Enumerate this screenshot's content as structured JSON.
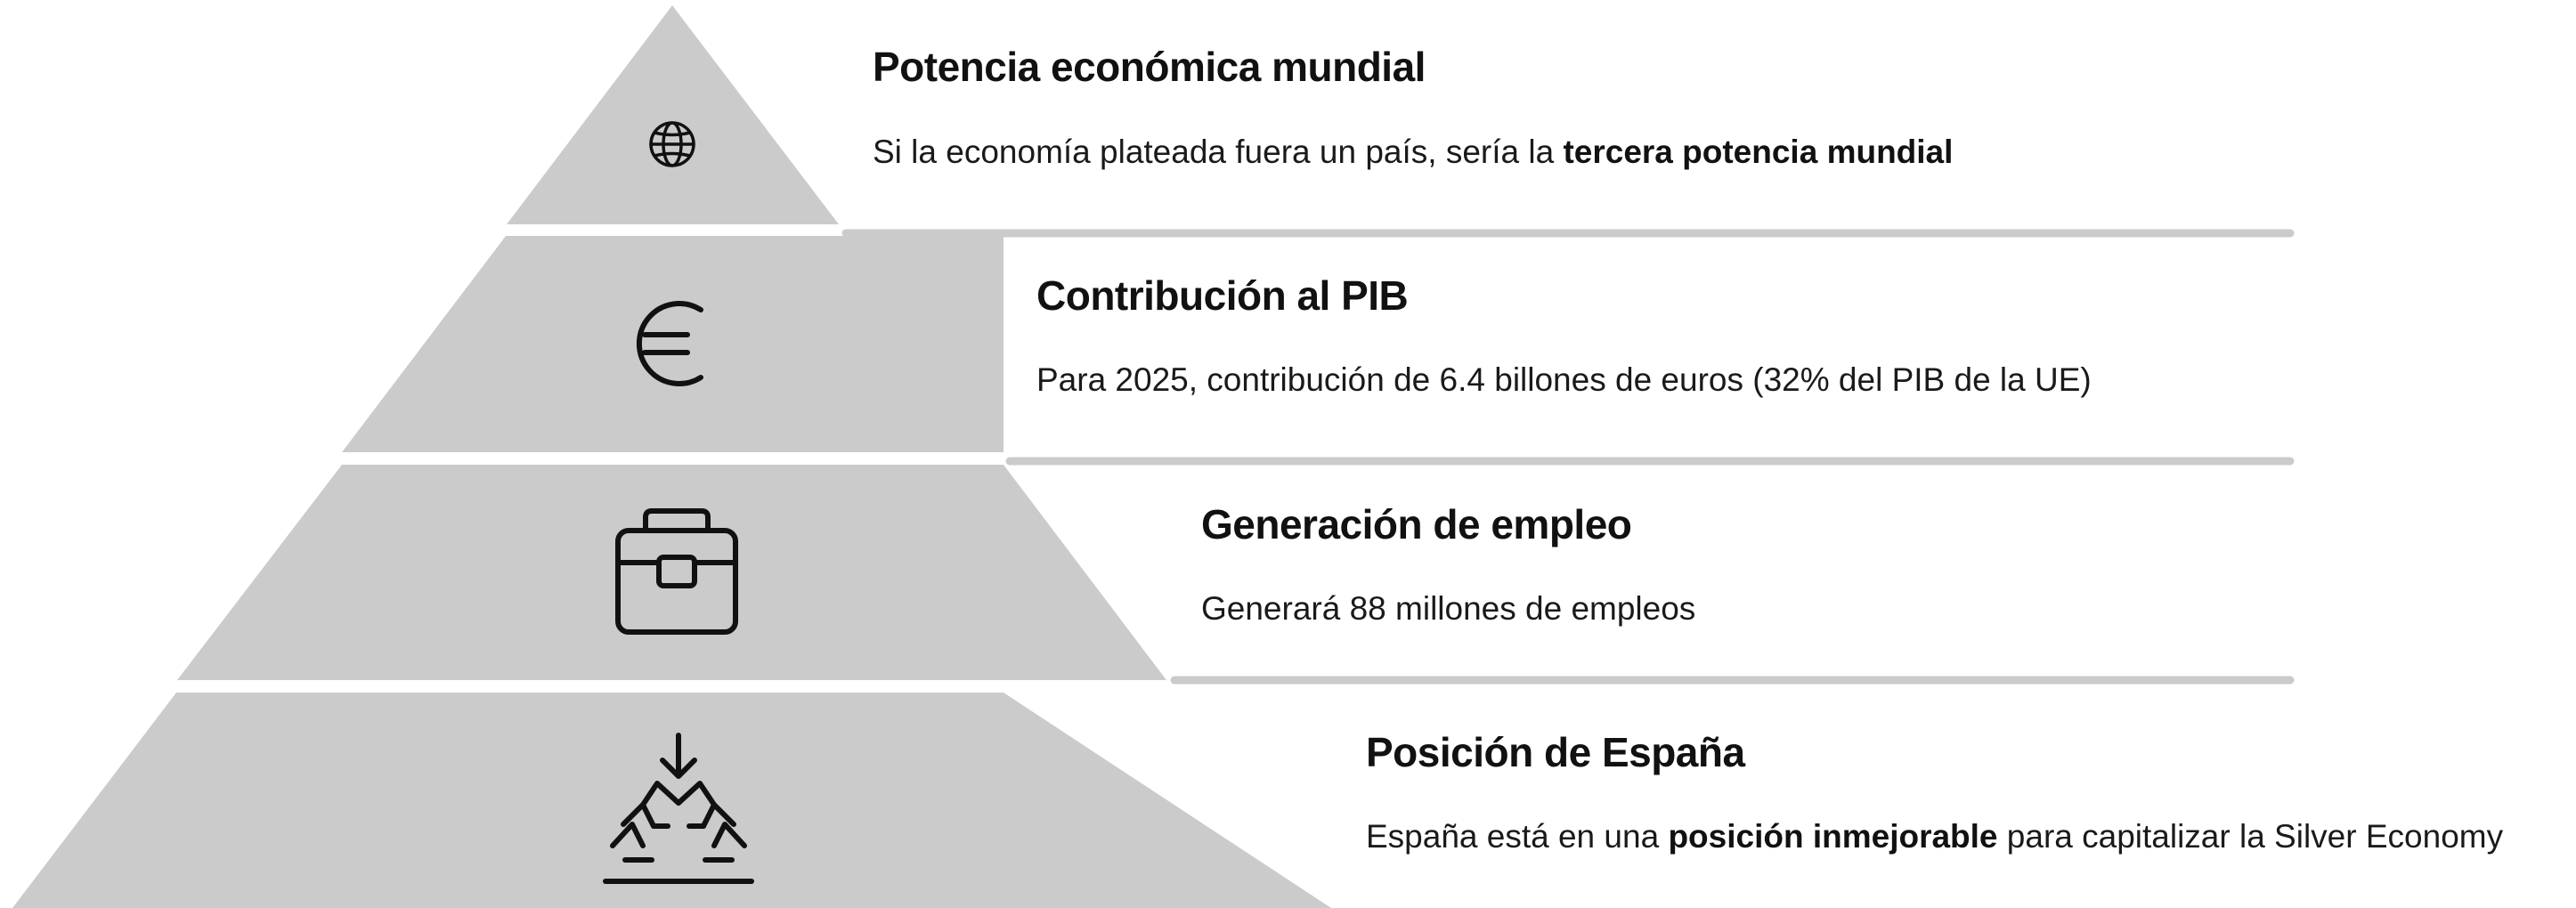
{
  "levels": [
    {
      "icon": "globe-icon",
      "title": "Potencia económica mundial",
      "desc_before": "Si la economía plateada fuera un país, sería la ",
      "desc_bold": "tercera potencia mundial",
      "desc_after": ""
    },
    {
      "icon": "euro-icon",
      "title": "Contribución al PIB",
      "desc_before": "Para 2025, contribución de 6.4 billones de euros (32% del PIB de la UE)",
      "desc_bold": "",
      "desc_after": ""
    },
    {
      "icon": "briefcase-icon",
      "title": "Generación de empleo",
      "desc_before": "Generará 88 millones de empleos",
      "desc_bold": "",
      "desc_after": ""
    },
    {
      "icon": "landing-position-icon",
      "title": "Posición de España",
      "desc_before": "España está en una ",
      "desc_bold": "posición inmejorable",
      "desc_after": " para capitalizar la Silver Economy"
    }
  ],
  "colors": {
    "pyramid_fill": "#cbcbcb",
    "connector_line": "#cbcbcb",
    "icon_stroke": "#111111",
    "text": "#111111"
  }
}
